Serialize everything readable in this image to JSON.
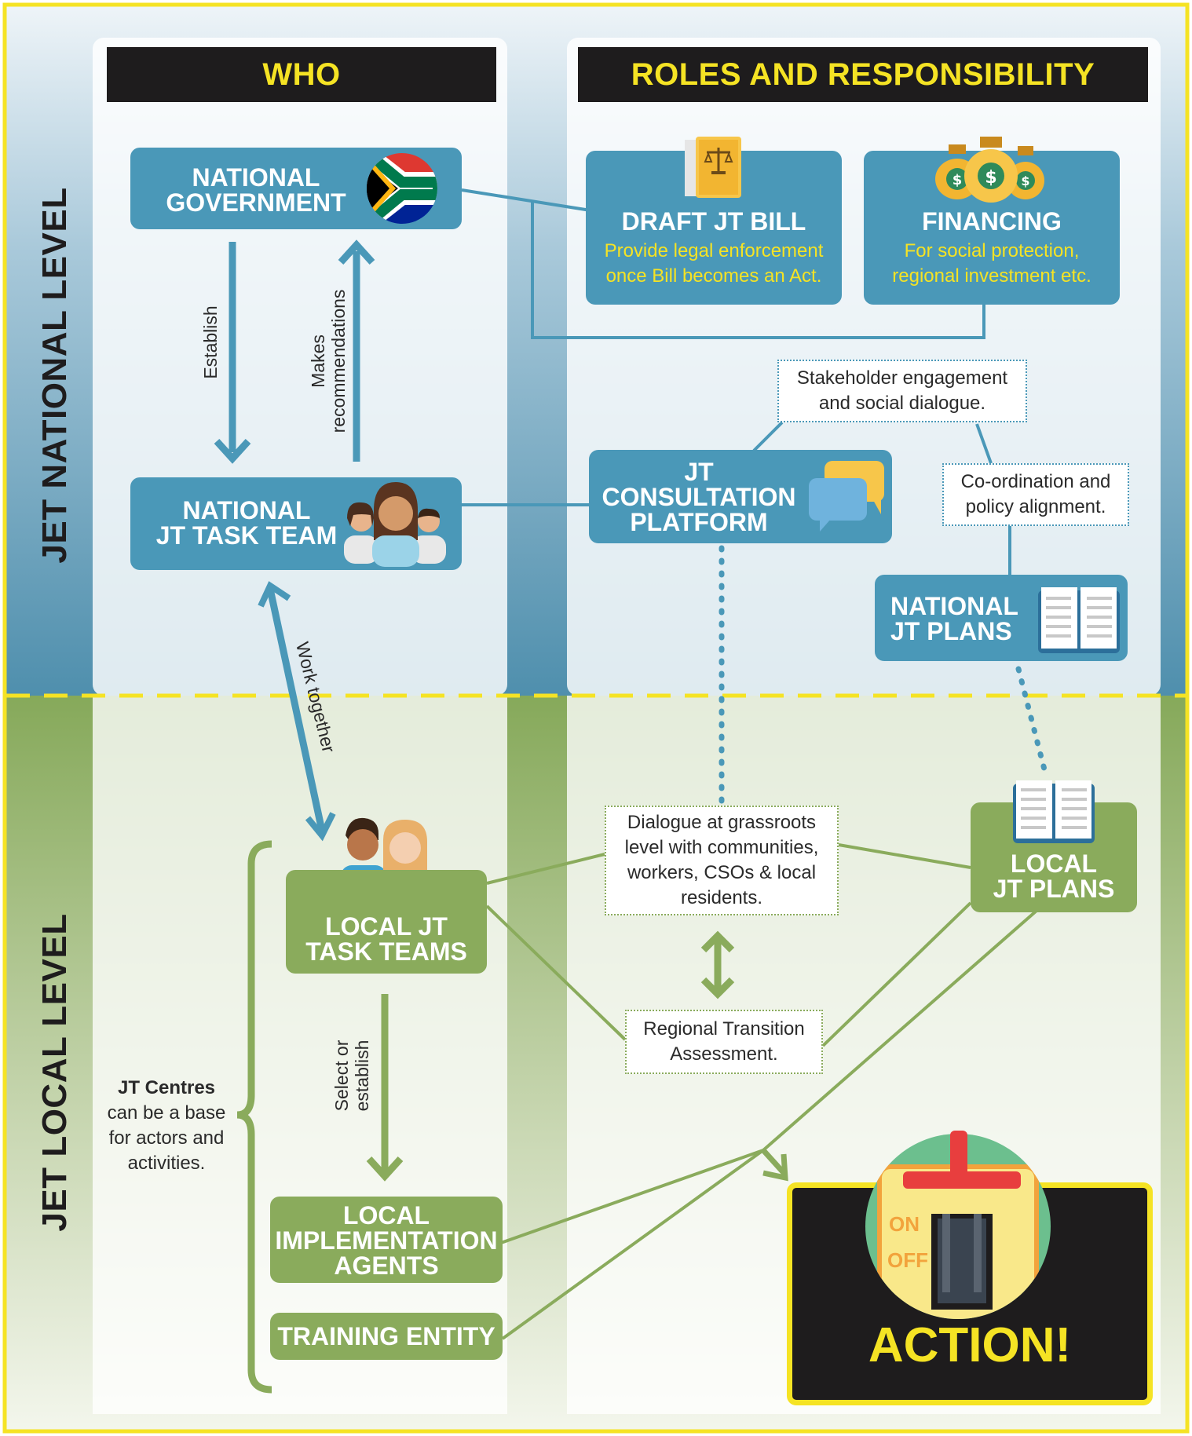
{
  "headers": {
    "who": "WHO",
    "roles": "ROLES AND RESPONSIBILITY"
  },
  "levels": {
    "national": "JET NATIONAL LEVEL",
    "local": "JET LOCAL LEVEL"
  },
  "boxes": {
    "national_government": {
      "line1": "NATIONAL",
      "line2": "GOVERNMENT",
      "icon": "south-africa-flag-icon"
    },
    "national_task_team": {
      "line1": "NATIONAL",
      "line2": "JT TASK TEAM",
      "icon": "people-group-icon"
    },
    "draft_bill": {
      "title": "DRAFT JT BILL",
      "desc1": "Provide legal enforcement",
      "desc2": "once Bill becomes an Act.",
      "icon": "legal-document-icon"
    },
    "financing": {
      "title": "FINANCING",
      "desc1": "For social protection,",
      "desc2": "regional investment etc.",
      "icon": "money-bags-icon"
    },
    "consultation": {
      "line1": "JT",
      "line2": "CONSULTATION",
      "line3": "PLATFORM",
      "icon": "chat-bubbles-icon"
    },
    "national_plans": {
      "line1": "NATIONAL",
      "line2": "JT PLANS",
      "icon": "open-book-icon"
    },
    "local_task_teams": {
      "line1": "LOCAL JT",
      "line2": "TASK TEAMS",
      "icon": "two-people-icon"
    },
    "local_plans": {
      "line1": "LOCAL",
      "line2": "JT PLANS",
      "icon": "open-book-icon"
    },
    "implementation_agents": {
      "line1": "LOCAL",
      "line2": "IMPLEMENTATION",
      "line3": "AGENTS"
    },
    "training_entity": {
      "label": "TRAINING ENTITY"
    }
  },
  "notes": {
    "stakeholder": {
      "line1": "Stakeholder engagement",
      "line2": "and  social dialogue."
    },
    "coordination": {
      "line1": "Co-ordination and",
      "line2": "policy alignment."
    },
    "dialogue": {
      "line1": "Dialogue at grassroots",
      "line2": "level with communities,",
      "line3": "workers, CSOs & local",
      "line4": "residents."
    },
    "regional": {
      "line1": "Regional Transition",
      "line2": "Assessment."
    }
  },
  "arrow_labels": {
    "establish": "Establish",
    "makes_recommendations_1": "Makes",
    "makes_recommendations_2": "recommendations",
    "work_together": "Work together",
    "select_1": "Select or",
    "select_2": "establish"
  },
  "jt_centres": {
    "bold": "JT Centres",
    "line1": "can be a base",
    "line2": "for actors and",
    "line3": "activities."
  },
  "action": {
    "label": "ACTION!",
    "on": "ON",
    "off": "OFF",
    "icon": "switch-lever-icon"
  },
  "colors": {
    "blue": "#4a98b8",
    "green": "#8aab5c",
    "yellow": "#f5e324",
    "dark": "#1e1c1d"
  }
}
